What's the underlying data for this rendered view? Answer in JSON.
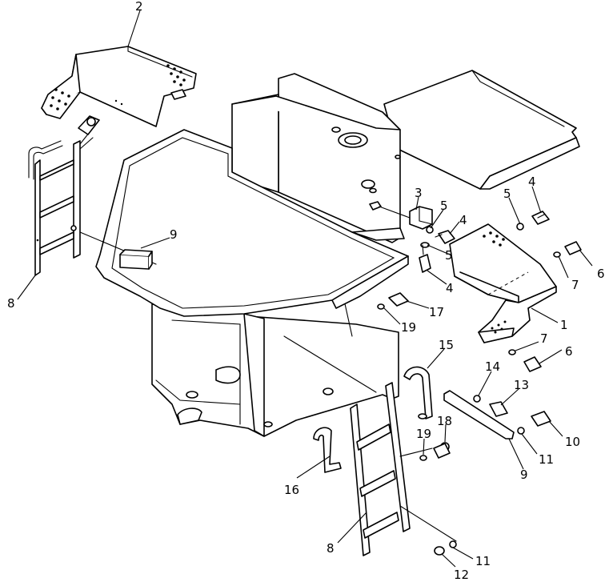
{
  "diagram": {
    "callouts": [
      {
        "id": "c-2",
        "label": "2"
      },
      {
        "id": "c-8a",
        "label": "8"
      },
      {
        "id": "c-9a",
        "label": "9"
      },
      {
        "id": "c-3",
        "label": "3"
      },
      {
        "id": "c-5a",
        "label": "5"
      },
      {
        "id": "c-4a",
        "label": "4"
      },
      {
        "id": "c-5b",
        "label": "5"
      },
      {
        "id": "c-4b",
        "label": "4"
      },
      {
        "id": "c-5c",
        "label": "5"
      },
      {
        "id": "c-4c",
        "label": "4"
      },
      {
        "id": "c-6a",
        "label": "6"
      },
      {
        "id": "c-7a",
        "label": "7"
      },
      {
        "id": "c-1",
        "label": "1"
      },
      {
        "id": "c-17",
        "label": "17"
      },
      {
        "id": "c-19a",
        "label": "19"
      },
      {
        "id": "c-7b",
        "label": "7"
      },
      {
        "id": "c-6b",
        "label": "6"
      },
      {
        "id": "c-15",
        "label": "15"
      },
      {
        "id": "c-14",
        "label": "14"
      },
      {
        "id": "c-13",
        "label": "13"
      },
      {
        "id": "c-18",
        "label": "18"
      },
      {
        "id": "c-19b",
        "label": "19"
      },
      {
        "id": "c-10",
        "label": "10"
      },
      {
        "id": "c-11a",
        "label": "11"
      },
      {
        "id": "c-9b",
        "label": "9"
      },
      {
        "id": "c-16",
        "label": "16"
      },
      {
        "id": "c-8b",
        "label": "8"
      },
      {
        "id": "c-11b",
        "label": "11"
      },
      {
        "id": "c-12",
        "label": "12"
      }
    ]
  }
}
